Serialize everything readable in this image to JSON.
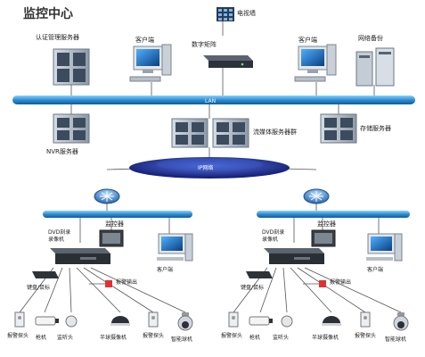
{
  "title": "监控中心",
  "labels": {
    "tv_wall": "电视墙",
    "auth_server": "认证管理服务器",
    "client_left": "客户端",
    "digital_matrix": "数字矩阵",
    "client_right": "客户端",
    "network_backup": "网络备份",
    "lan": "LAN",
    "nvr_server": "NVR服务器",
    "media_server": "流媒体服务器群",
    "storage_server": "存储服务器",
    "ip_network": "IP网络",
    "left": {
      "monitor": "监控器",
      "dvd": "DVD刻录",
      "recorder": "录像机",
      "client": "客户端",
      "keyboard": "键盘/鼠标",
      "alarm_out": "报警输出",
      "alarm_probe": "报警探头",
      "cam_gun": "枪机",
      "cam_dome": "监听头",
      "cam_halfball": "半球摄像机",
      "alarm_probe2": "报警探头",
      "cam_smart": "智能球机"
    },
    "right": {
      "monitor": "监控器",
      "dvd": "DVD刻录",
      "recorder": "录像机",
      "client": "客户端",
      "keyboard": "键盘/鼠标",
      "alarm_out": "报警输出",
      "alarm_probe": "报警探头",
      "cam_gun": "枪机",
      "cam_dome": "监听头",
      "cam_halfball": "半球摄像机",
      "alarm_probe2": "报警探头",
      "cam_smart": "智能球机"
    }
  },
  "colors": {
    "bus": "#2a8fd6",
    "bus_dark": "#1a6aa8",
    "cloud": "#1b2a8a",
    "router": "#3d8ed8"
  }
}
